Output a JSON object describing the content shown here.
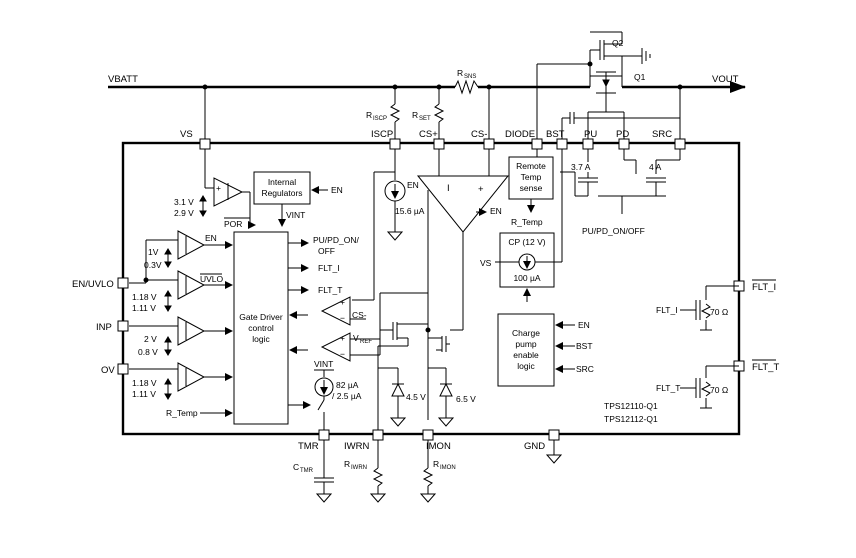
{
  "rails": {
    "vbatt": "VBATT",
    "vout": "VOUT"
  },
  "pins": {
    "vs": "VS",
    "iscp": "ISCP",
    "csp": "CS+",
    "csn": "CS-",
    "diode": "DIODE",
    "bst": "BST",
    "pu": "PU",
    "pd": "PD",
    "src": "SRC",
    "en_uvlo": "EN/UVLO",
    "inp": "INP",
    "ov": "OV",
    "tmr": "TMR",
    "iwrn": "IWRN",
    "imon": "IMON",
    "gnd": "GND",
    "flt_i": "FLT_I",
    "flt_t": "FLT_T"
  },
  "transistors": {
    "q1": "Q1",
    "q2": "Q2"
  },
  "resistors": {
    "rsns": {
      "main": "R",
      "sub": "SNS"
    },
    "riscp": {
      "main": "R",
      "sub": "ISCP"
    },
    "rset": {
      "main": "R",
      "sub": "SET"
    },
    "riwrn": {
      "main": "R",
      "sub": "IWRN"
    },
    "rimon": {
      "main": "R",
      "sub": "IMON"
    },
    "ctmr": {
      "main": "C",
      "sub": "TMR"
    }
  },
  "blocks": {
    "internal_regulators": [
      "Internal",
      "Regulators"
    ],
    "gate_driver": [
      "Gate Driver",
      "control",
      "logic"
    ],
    "remote_temp": [
      "Remote",
      "Temp",
      "sense"
    ],
    "charge_pump": [
      "Charge",
      "pump",
      "enable",
      "logic"
    ]
  },
  "signals": {
    "en": "EN",
    "vint": "VINT",
    "por": "POR",
    "uvlo": "UVLO",
    "pu_pd_on_off_a": "PU/PD_ON/",
    "pu_pd_on_off_b": "OFF",
    "flt_i": "FLT_I",
    "flt_t": "FLT_T",
    "cs_minus": "CS-",
    "vref": "V",
    "vref_sub": "REF",
    "r_temp": "R_Temp",
    "pu_pd_on_off": "PU/PD_ON/OFF",
    "bst": "BST",
    "src": "SRC",
    "vs": "VS",
    "cp": "CP (12 V)",
    "cp_current": "100 µA",
    "current_15": "15.6 µA",
    "tmr_current_a": "82 µA",
    "tmr_current_b": "/ 2.5 µA",
    "i_plus": "I",
    "plus": "+",
    "minus": "−"
  },
  "thresholds": {
    "por_hi": "3.1 V",
    "por_lo": "2.9 V",
    "en_hi": "1V",
    "en_lo": "0.3V",
    "uvlo_hi": "1.18 V",
    "uvlo_lo": "1.11 V",
    "inp_hi": "2 V",
    "inp_lo": "0.8 V",
    "ov_hi": "1.18 V",
    "ov_lo": "1.11 V"
  },
  "zeners": {
    "z1": "4.5 V",
    "z2": "6.5 V"
  },
  "switches": {
    "pu": "3.7 A",
    "pd": "4 A"
  },
  "fault_res": {
    "r1": "70 Ω",
    "r2": "70 Ω"
  },
  "part_numbers": [
    "TPS12110-Q1",
    "TPS12112-Q1"
  ]
}
